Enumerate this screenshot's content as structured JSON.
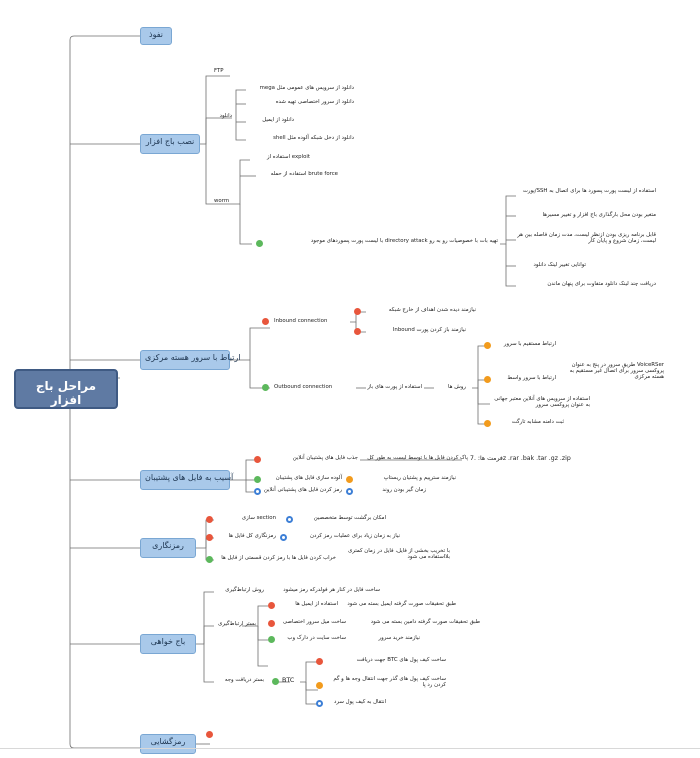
{
  "diagram": {
    "root": "مراحل باج افزار",
    "colors": {
      "accent": "#5f7aa3",
      "branch_fill": "#a9c9ea",
      "edge": "#6e6e6e",
      "marker_red": "#e8563c",
      "marker_orange": "#f29b1d",
      "marker_green": "#5cb85c",
      "marker_blue": "#3d7fd6"
    },
    "branches": {
      "b1": {
        "label": "نفوذ"
      },
      "b2": {
        "label": "نصب باج افزار",
        "ftp": "FTP",
        "download": "دانلود",
        "download_items": [
          "دانلود از سرویس های عمومی مثل mega",
          "دانلود از سرور اختصاصی تهیه شده",
          "دانلود از ایمیل",
          "دانلود از دخل شبکه آلوده مثل shell"
        ],
        "worm": "worm",
        "exploit": "exploit استفاده از",
        "brute": "brute force استفاده از حمله",
        "dir_attack": "تهیه بات با خصوصیات رو به رو directory attack با لیست پورت پسورد‌های موجود",
        "bot_items": [
          "استفاده از لیست پورت پسورد ها برای اتصال به SSH/پورت",
          "متغیر بودن محل بارگذاری باج افزار و تغییر مسیرها",
          "قابل برنامه ریزی بودن ازنظر لیست، مدت زمان فاصله بین هر لیست، زمان شروع و پایان کار",
          "توانایی تغییر لینک دانلود",
          "دریافت چند لینک دانلود متفاوت برای پنهان ماندن"
        ]
      },
      "b3": {
        "label": "ارتباط با سرور هسته مرکزی",
        "inbound": "Inbound connection",
        "inbound_items": [
          "نیازمند دیده شدن اهداف از خارج شبکه",
          "نیازمند باز کردن پورت Inbound"
        ],
        "outbound": "Outbound connection",
        "outbound_port": "استفاده از پورت های باز",
        "via": "روش ها",
        "via_items": [
          "ارتباط مستقیم با سرور",
          "ارتباط با سرور واسط",
          "استفاده از سرویس های آنلاین معتبر جهانی به عنوان پروکسی سرور",
          "ثبت دامنه مشابه تارگت"
        ],
        "voice_note": "VoiceRSer طریق سرور در پنج به عنوان پروکسی سرور برای اتصال غیر مستقیم به هسته مرکزی"
      },
      "b4": {
        "label": "آسیب به فایل های پشتیبان",
        "items": [
          "پاک کردن فایل ها با توسط لیست به طور کل",
          "جذب فایل های پشتیبان آنلاین",
          "آلوده سازی فایل های پشتیبان",
          "نیازمند سترپیم و پشتیان ریستاپ",
          "زمان گیر بودن روند",
          "رمز کردن فایل های پشتیبانی آنلاین"
        ],
        "formats": "فرمت ها: .7z .rar .bak .tar .gz .zip"
      },
      "b5": {
        "label": "رمزنگاری",
        "items": [
          "section سازی",
          "امکان برگشت توسط متخصصین",
          "رمزنگاری کل فایل ها",
          "نیاز به زمان زیاد برای عملیات رمز کردن",
          "با تخریب بخشی از فایل، فایل در زمان کمتری بلااستفاده می شود",
          "خراب کردن فایل ها با رمز کردن قسمتی از فایل ها"
        ]
      },
      "b6": {
        "label": "باج خواهی",
        "contact": "روش ارتباط‌گیری",
        "contact_note": "ساخت فایل در کنار هر فولدرکه رمز میشود",
        "channel": "بستر ارتباط‌گیری",
        "channel_items": [
          "استفاده از ایمیل ها",
          "طبق تحقیقات صورت گرفته ایمیل بسته می شود",
          "ساخت میل سرور اختصاصی",
          "طبق تحقیقات صورت گرفته دامین بسته می شود",
          "ساخت سایت در دارک وب",
          "نیازمند خرید سرور"
        ],
        "payment": "بستر دریافت وجه",
        "btc": "BTC",
        "btc_items": [
          "ساخت کیف پول های BTC جهت دریافت",
          "ساخت کیف پول های گذر جهت انتقال وجه ها و گم کردن رد پا",
          "انتقال به کیف پول سرد"
        ]
      },
      "b7": {
        "label": "رمزگشایی"
      }
    }
  }
}
